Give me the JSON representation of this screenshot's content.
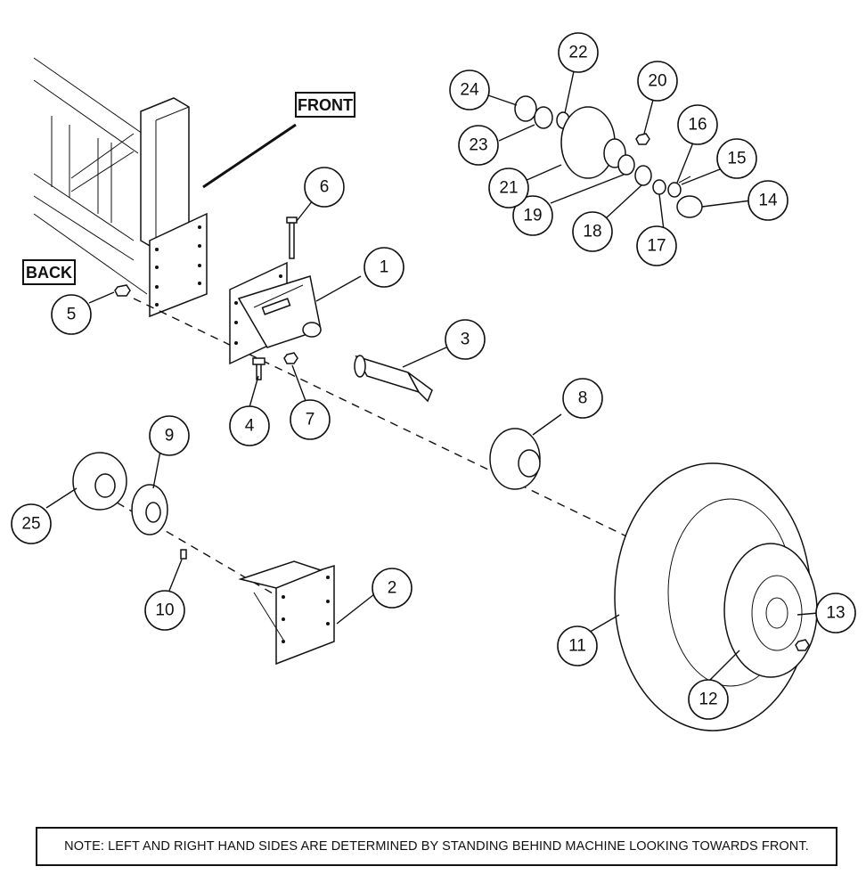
{
  "labels": {
    "front": "FRONT",
    "back": "BACK"
  },
  "note": "NOTE:  LEFT AND RIGHT HAND SIDES ARE DETERMINED BY STANDING BEHIND MACHINE LOOKING TOWARDS FRONT.",
  "callouts": [
    "1",
    "2",
    "3",
    "4",
    "5",
    "6",
    "7",
    "8",
    "9",
    "10",
    "11",
    "12",
    "13",
    "14",
    "15",
    "16",
    "17",
    "18",
    "19",
    "20",
    "21",
    "22",
    "23",
    "24",
    "25"
  ]
}
